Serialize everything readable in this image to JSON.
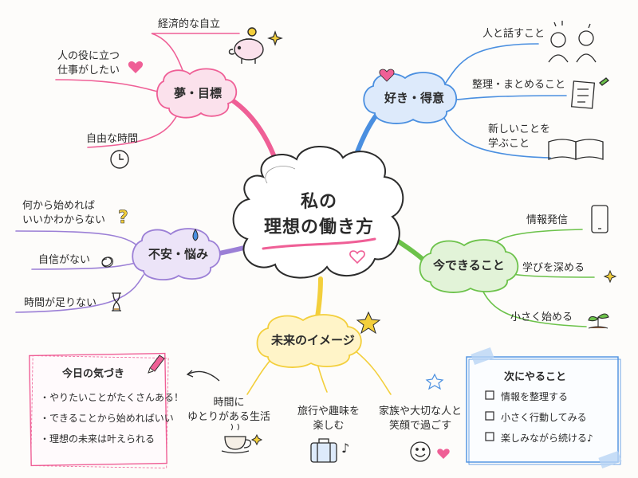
{
  "center": {
    "title": "私の\n理想の働き方"
  },
  "branches": {
    "dreams": {
      "label": "夢・目標",
      "items": [
        "経済的な自立",
        "人の役に立つ\n仕事がしたい",
        "自由な時間"
      ]
    },
    "likes": {
      "label": "好き・得意",
      "items": [
        "人と話すこと",
        "整理・まとめること",
        "新しいことを\n学ぶこと"
      ]
    },
    "worries": {
      "label": "不安・悩み",
      "items": [
        "何から始めれば\nいいかわからない",
        "自信がない",
        "時間が足りない"
      ]
    },
    "cando": {
      "label": "今できること",
      "items": [
        "情報発信",
        "学びを深める",
        "小さく始める"
      ]
    },
    "future": {
      "label": "未来のイメージ",
      "items": [
        "時間に\nゆとりがある生活",
        "旅行や趣味を\n楽しむ",
        "家族や大切な人と\n笑顔で過ごす"
      ]
    }
  },
  "notes": {
    "today": {
      "title": "今日の気づき",
      "items": [
        "・やりたいことがたくさんある！",
        "・できることから始めればいい",
        "・理想の未来は叶えられる"
      ]
    },
    "next": {
      "title": "次にやること",
      "items": [
        "情報を整理する",
        "小さく行動してみる",
        "楽しみながら続ける♪"
      ]
    }
  },
  "colors": {
    "pink": "#ef5f96",
    "blue": "#4a8fe0",
    "purple": "#9b7fd6",
    "green": "#6cc24a",
    "yellow": "#f3cf3c",
    "ink": "#2b2b2b",
    "pink_fill": "#fbe1ec",
    "blue_fill": "#ddeafb",
    "purple_fill": "#ece4f8",
    "green_fill": "#e2f3d8",
    "yellow_fill": "#fff4c8"
  }
}
